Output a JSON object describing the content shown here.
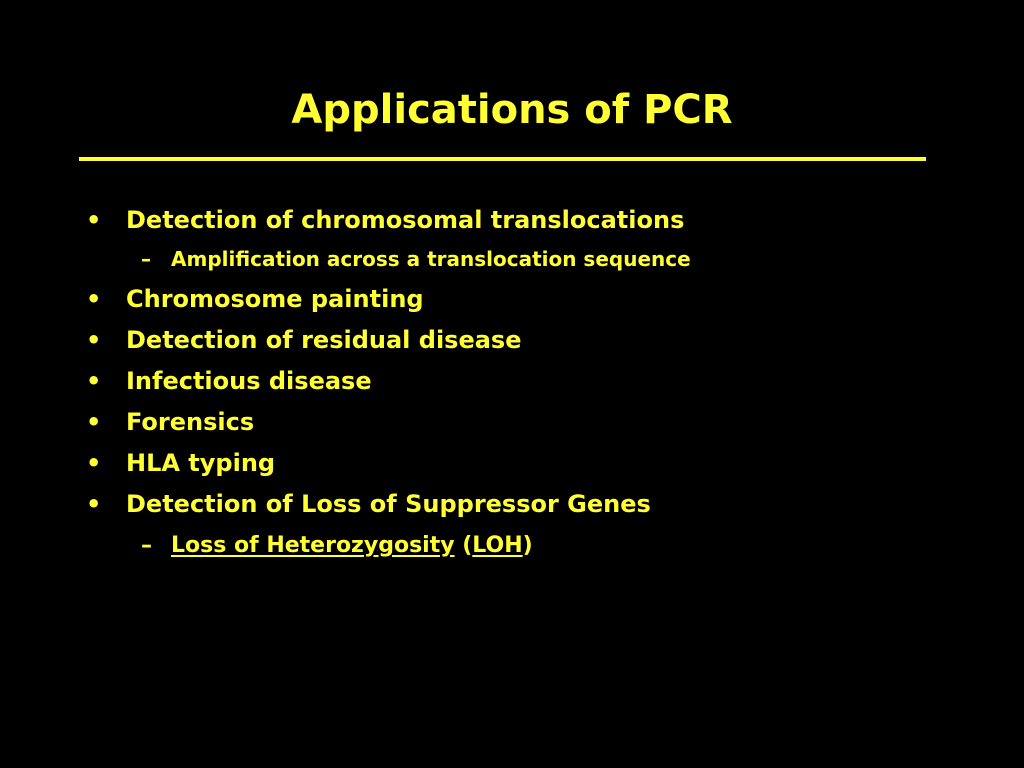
{
  "slide": {
    "title": "Applications of PCR",
    "bullet_symbol": "•",
    "dash_symbol": "–",
    "items": [
      {
        "text": "Detection of chromosomal  translocations"
      },
      {
        "text": "Amplification across a translocation sequence"
      },
      {
        "text": "Chromosome painting"
      },
      {
        "text": "Detection of residual disease"
      },
      {
        "text": "Infectious disease"
      },
      {
        "text": "Forensics"
      },
      {
        "text": "HLA typing"
      },
      {
        "text": "Detection of Loss of Suppressor Genes"
      },
      {
        "link1": "Loss of Heterozygosity",
        "mid": " (",
        "link2": "LOH",
        "end": ")"
      }
    ]
  },
  "colors": {
    "background": "#000000",
    "text": "#FFFF33"
  }
}
